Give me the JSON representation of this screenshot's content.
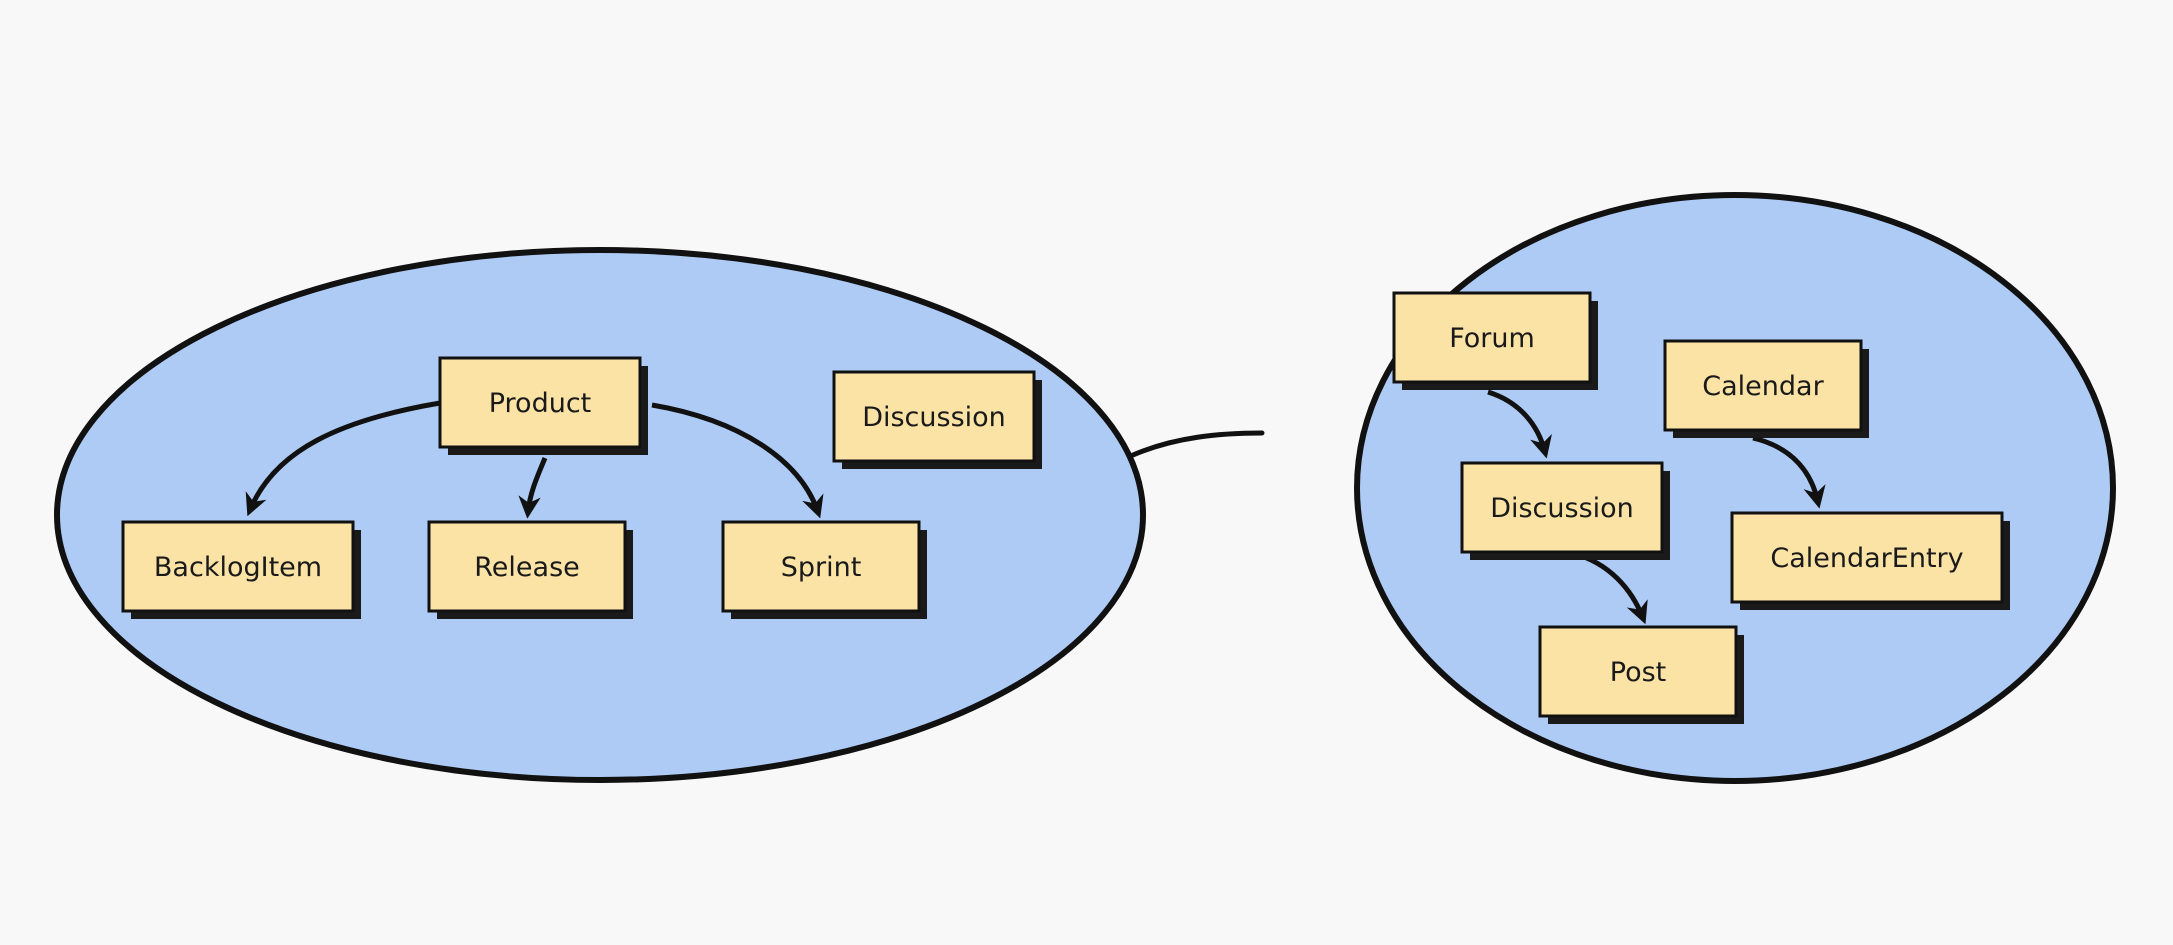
{
  "colors": {
    "background": "#f8f8f8",
    "context_fill": "#aecbf5",
    "node_fill": "#fbe3a6",
    "stroke": "#111111",
    "shadow": "#1a1a1a"
  },
  "contexts": [
    {
      "id": "left-context",
      "nodes": [
        {
          "id": "product",
          "label": "Product"
        },
        {
          "id": "backlogitem",
          "label": "BacklogItem"
        },
        {
          "id": "release",
          "label": "Release"
        },
        {
          "id": "sprint",
          "label": "Sprint"
        },
        {
          "id": "discussion-left",
          "label": "Discussion"
        }
      ],
      "edges": [
        {
          "from": "product",
          "to": "backlogitem"
        },
        {
          "from": "product",
          "to": "release"
        },
        {
          "from": "product",
          "to": "sprint"
        }
      ]
    },
    {
      "id": "right-context",
      "nodes": [
        {
          "id": "forum",
          "label": "Forum"
        },
        {
          "id": "discussion-right",
          "label": "Discussion"
        },
        {
          "id": "post",
          "label": "Post"
        },
        {
          "id": "calendar",
          "label": "Calendar"
        },
        {
          "id": "calendarentry",
          "label": "CalendarEntry"
        }
      ],
      "edges": [
        {
          "from": "forum",
          "to": "discussion-right"
        },
        {
          "from": "discussion-right",
          "to": "post"
        },
        {
          "from": "calendar",
          "to": "calendarentry"
        }
      ]
    }
  ],
  "relationships": [
    {
      "from": "left-context",
      "to": "right-context"
    }
  ]
}
